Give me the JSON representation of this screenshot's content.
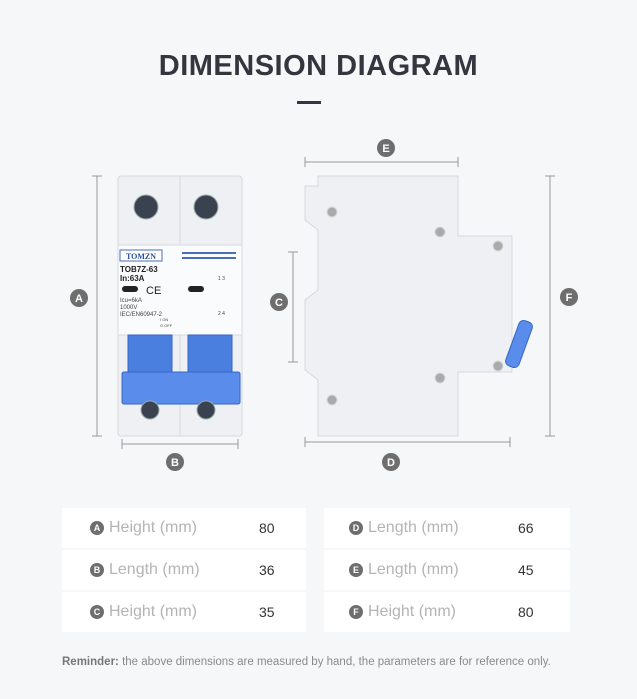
{
  "title": "DIMENSION DIAGRAM",
  "product": {
    "brand": "TOMZN",
    "model": "TOB7Z-63",
    "rating": "In:63A",
    "mark": "CE",
    "icu": "Icu=6kA",
    "voltage": "1000V",
    "standard": "IEC/EN60947-2",
    "on": "I ON",
    "off": "O OFF",
    "terminals_top": "1 3",
    "terminals_bottom": "2 4"
  },
  "markers": [
    "A",
    "B",
    "C",
    "D",
    "E",
    "F"
  ],
  "dimensions": [
    {
      "marker": "A",
      "label": "Height (mm)",
      "value": "80"
    },
    {
      "marker": "B",
      "label": "Length (mm)",
      "value": "36"
    },
    {
      "marker": "C",
      "label": "Height (mm)",
      "value": "35"
    },
    {
      "marker": "D",
      "label": "Length (mm)",
      "value": "66"
    },
    {
      "marker": "E",
      "label": "Length (mm)",
      "value": "45"
    },
    {
      "marker": "F",
      "label": "Height (mm)",
      "value": "80"
    }
  ],
  "reminder": {
    "prefix": "Reminder:",
    "text": " the above dimensions are measured by hand, the parameters are for reference only."
  },
  "colors": {
    "handle": "#4a7fe0",
    "marker": "#6e6e6e",
    "title": "#33363f"
  }
}
